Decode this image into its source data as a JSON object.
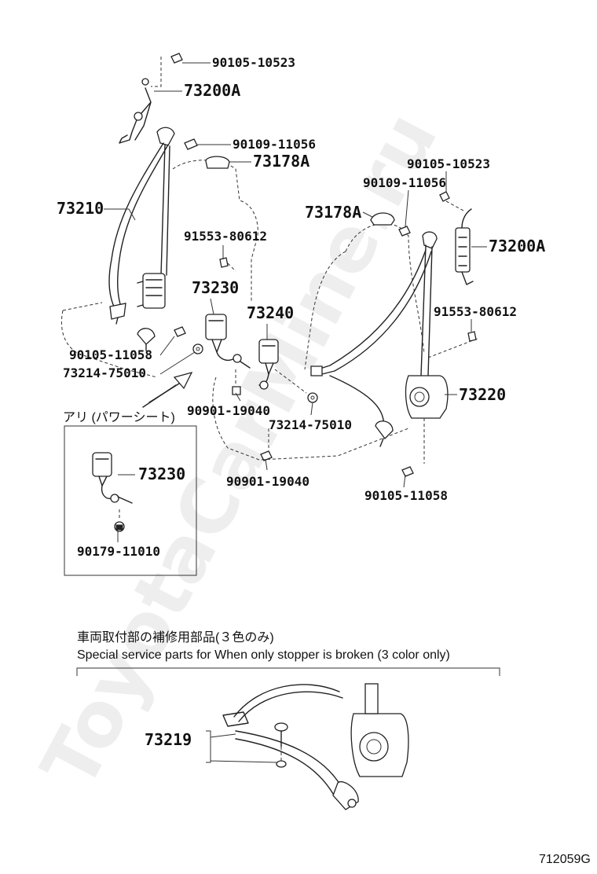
{
  "watermark": "ToyotaCarMine.ru",
  "parts": {
    "p1": "90105-10523",
    "p2": "73200A",
    "p3": "90109-11056",
    "p4": "73178A",
    "p5": "73210",
    "p6": "91553-80612",
    "p7": "73230",
    "p8": "90105-11058",
    "p9": "73214-75010",
    "p10": "73240",
    "p11": "90105-10523",
    "p12": "90109-11056",
    "p13": "73178A",
    "p14": "73200A",
    "p15": "91553-80612",
    "p16": "73220",
    "p17": "90901-19040",
    "p18": "73214-75010",
    "p19": "90901-19040",
    "p20": "90105-11058",
    "inset_a": "73230",
    "inset_b": "90179-11010",
    "bottom_part": "73219"
  },
  "inset_title": "アリ (パワーシート)",
  "bottom_caption_jp": "車両取付部の補修用部品(３色のみ)",
  "bottom_caption_en": "Special service parts for When only stopper is broken (3 color only)",
  "figure_code": "712059G"
}
